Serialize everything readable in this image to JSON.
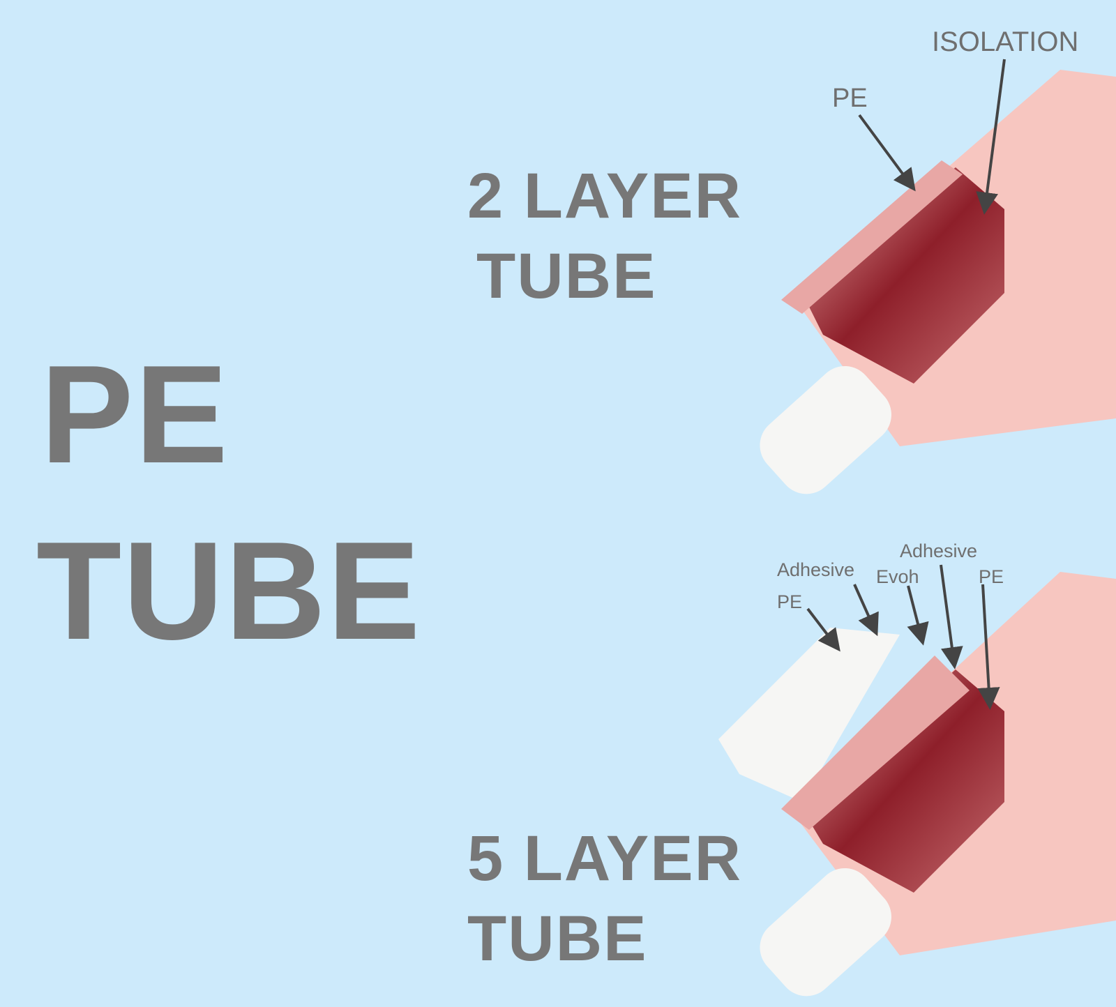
{
  "main_title": {
    "line1": "PE",
    "line2": "TUBE"
  },
  "panels": [
    {
      "title_line1": "2 LAYER",
      "title_line2": "TUBE",
      "labels": [
        "ISOLATION",
        "PE"
      ]
    },
    {
      "title_line1": "5 LAYER",
      "title_line2": "TUBE",
      "labels": [
        "Adhesive",
        "PE",
        "Evoh",
        "Adhesive",
        "PE"
      ]
    }
  ],
  "colors": {
    "background": "#cdeafb",
    "text": "#777777",
    "tube": "#f7c6c0",
    "inner": "#8e1f2a",
    "cap": "#f6f6f4"
  }
}
